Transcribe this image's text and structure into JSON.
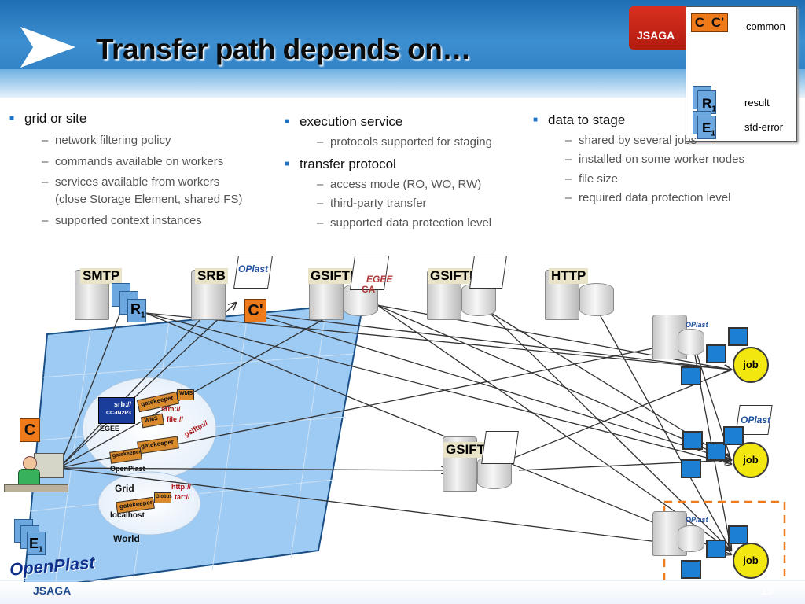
{
  "header": {
    "title": "Transfer path depends on…",
    "brand_tab": "JSAGA"
  },
  "legend": {
    "c_tags": [
      "C",
      "C'"
    ],
    "common": "common",
    "r_label": "R",
    "r_sub": "1",
    "result": "result",
    "e_label": "E",
    "e_sub": "1",
    "stderr": "std-error"
  },
  "columns": [
    {
      "bullet": "grid or site",
      "subs": [
        "network filtering policy",
        "commands available on workers",
        "services available from workers",
        "(close Storage Element, shared FS)",
        "supported context instances"
      ]
    },
    {
      "bullet": "execution service",
      "subs": [
        "protocols supported for staging"
      ],
      "bullet2": "transfer protocol",
      "subs2": [
        "access mode (RO, WO, RW)",
        "third-party transfer",
        "supported data protection level"
      ]
    },
    {
      "bullet": "data to stage",
      "subs": [
        "shared by several jobs",
        "installed on some worker nodes",
        "file size",
        "required data protection level"
      ]
    }
  ],
  "servers": {
    "smtp": "SMTP",
    "srb": "SRB",
    "gsiftp1": "GSIFTP",
    "gsiftp2": "GSIFTP",
    "http": "HTTP",
    "gsiftp_mid": "GSIFTP"
  },
  "diagram": {
    "r_tag": "R",
    "r_sub": "1",
    "c_prime": "C'",
    "c_tag": "C",
    "e_tag": "E",
    "e_sub": "1",
    "openplast_brand": "OpenPlast",
    "oplast": "OPlast",
    "egee": "EGEE",
    "ca": "CA",
    "srb_proto": "srb://",
    "cc_in2p3": "CC-IN2P3",
    "egee_small": "EGEE",
    "gatekeeper": "gatekeeper",
    "wms": "WMS",
    "srm_proto": "srm://",
    "file_proto": "file://",
    "gsiftp_proto": "gsiftp://",
    "globus": "Globus",
    "openplast_small": "OpenPlast",
    "grid": "Grid",
    "http_proto": "http://",
    "tar_proto": "tar://",
    "localhost": "localhost",
    "world": "World",
    "job1": "job",
    "job2": "job",
    "job3": "job"
  },
  "footer": {
    "brand": "JSAGA",
    "page": "19"
  },
  "colors": {
    "accent": "#1f73c7",
    "tag_orange": "#ee7a1a",
    "job_yellow": "#f3e710",
    "dashed_box": "#f07a1a"
  }
}
